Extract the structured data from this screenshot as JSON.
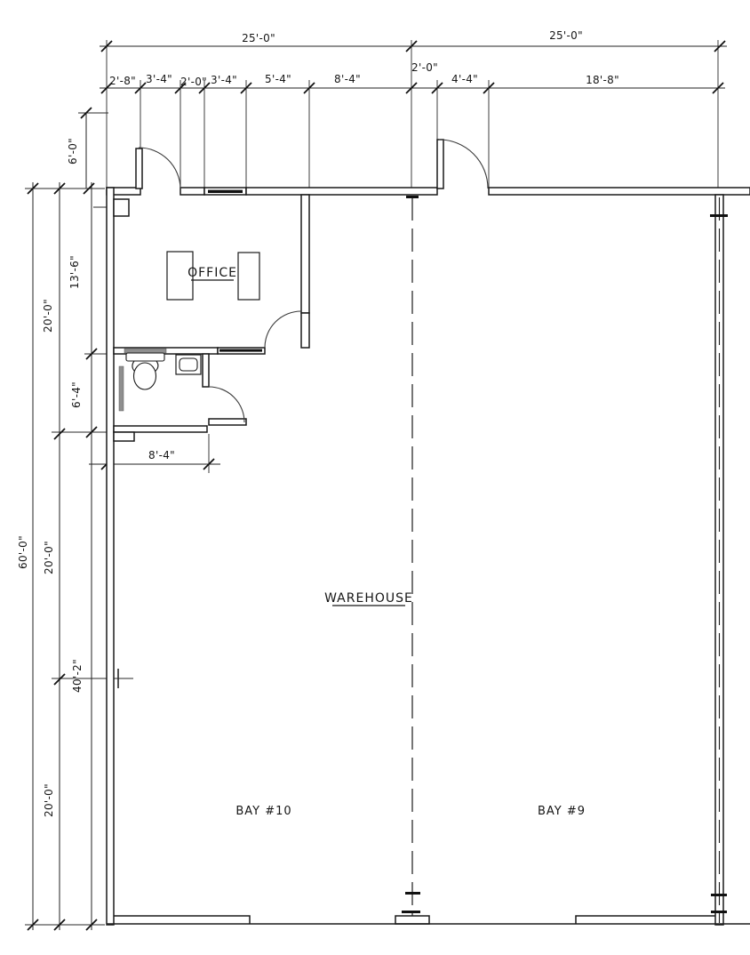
{
  "labels": {
    "office": "OFFICE",
    "warehouse": "WAREHOUSE",
    "bay_left": "BAY #10",
    "bay_right": "BAY #9"
  },
  "dims": {
    "total_left": "25'-0\"",
    "total_right": "25'-0\"",
    "sub_left": [
      "2'-8\"",
      "3'-4\"",
      "2'-0\"",
      "3'-4\"",
      "5'-4\"",
      "8'-4\""
    ],
    "sub_right": [
      "2'-0\"",
      "4'-4\"",
      "18'-8\""
    ],
    "left_inner": [
      "6'-0\"",
      "13'-6\"",
      "6'-4\"",
      "40'-2\""
    ],
    "left_mid": [
      "20'-0\"",
      "20'-0\"",
      "20'-0\""
    ],
    "left_total": "60'-0\"",
    "bath_width": "8'-4\""
  },
  "colors": {
    "line": "#1a1a1a",
    "glazing": "#111111",
    "fixture_gray": "#8f8f8f",
    "background": "#ffffff"
  }
}
